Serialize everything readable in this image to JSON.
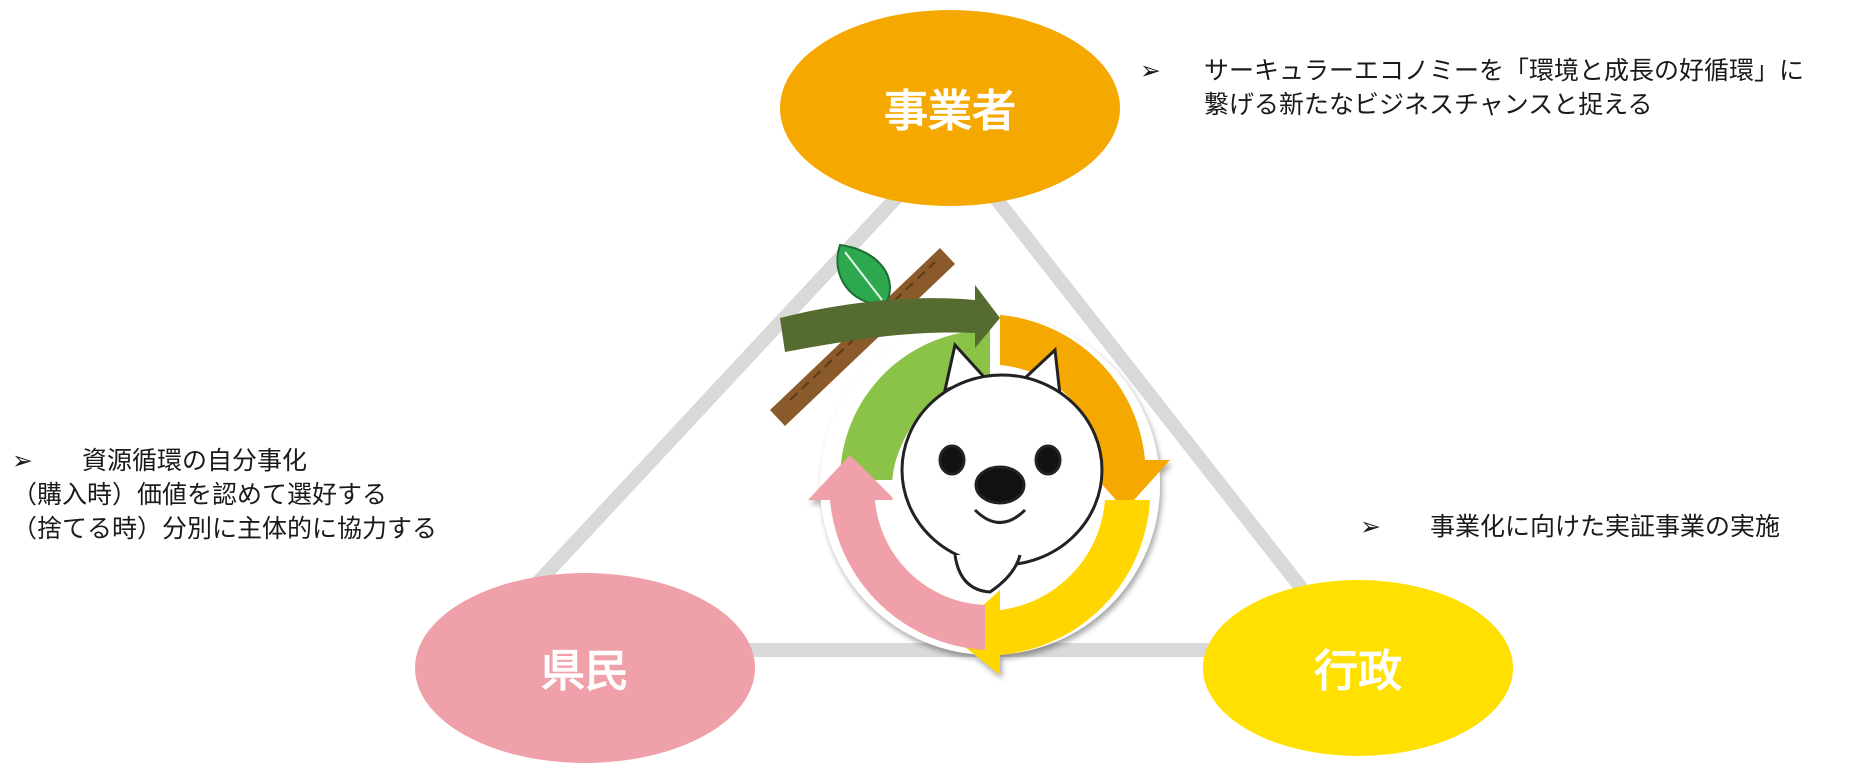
{
  "actors": {
    "business": {
      "label": "事業者",
      "color": "#F5A800"
    },
    "citizens": {
      "label": "県民",
      "color": "#F0A0A8"
    },
    "government": {
      "label": "行政",
      "color": "#FFE000"
    }
  },
  "notes": {
    "business": {
      "bullet": "➢",
      "lines": [
        "サーキュラーエコノミーを「環境と成長の好循環」に",
        "繋げる新たなビジネスチャンスと捉える"
      ]
    },
    "citizens": {
      "bullet": "➢",
      "lines": [
        "資源循環の自分事化",
        "（購入時）価値を認めて選好する",
        "（捨てる時）分別に主体的に協力する"
      ]
    },
    "government": {
      "bullet": "➢",
      "lines": [
        "事業化に向けた実証事業の実施"
      ]
    }
  },
  "cycle_colors": {
    "arrow_green": "#8BC34A",
    "arrow_orange": "#F5A800",
    "arrow_yellow": "#FFD600",
    "arrow_pink": "#F0A0A8",
    "dark_arrow": "#556B2F",
    "branch": "#8B5A2B",
    "leaf": "#2EA84F",
    "triangle": "#D9D9D9"
  },
  "icons": [
    "leaf-icon",
    "branch-icon",
    "mascot-icon"
  ]
}
